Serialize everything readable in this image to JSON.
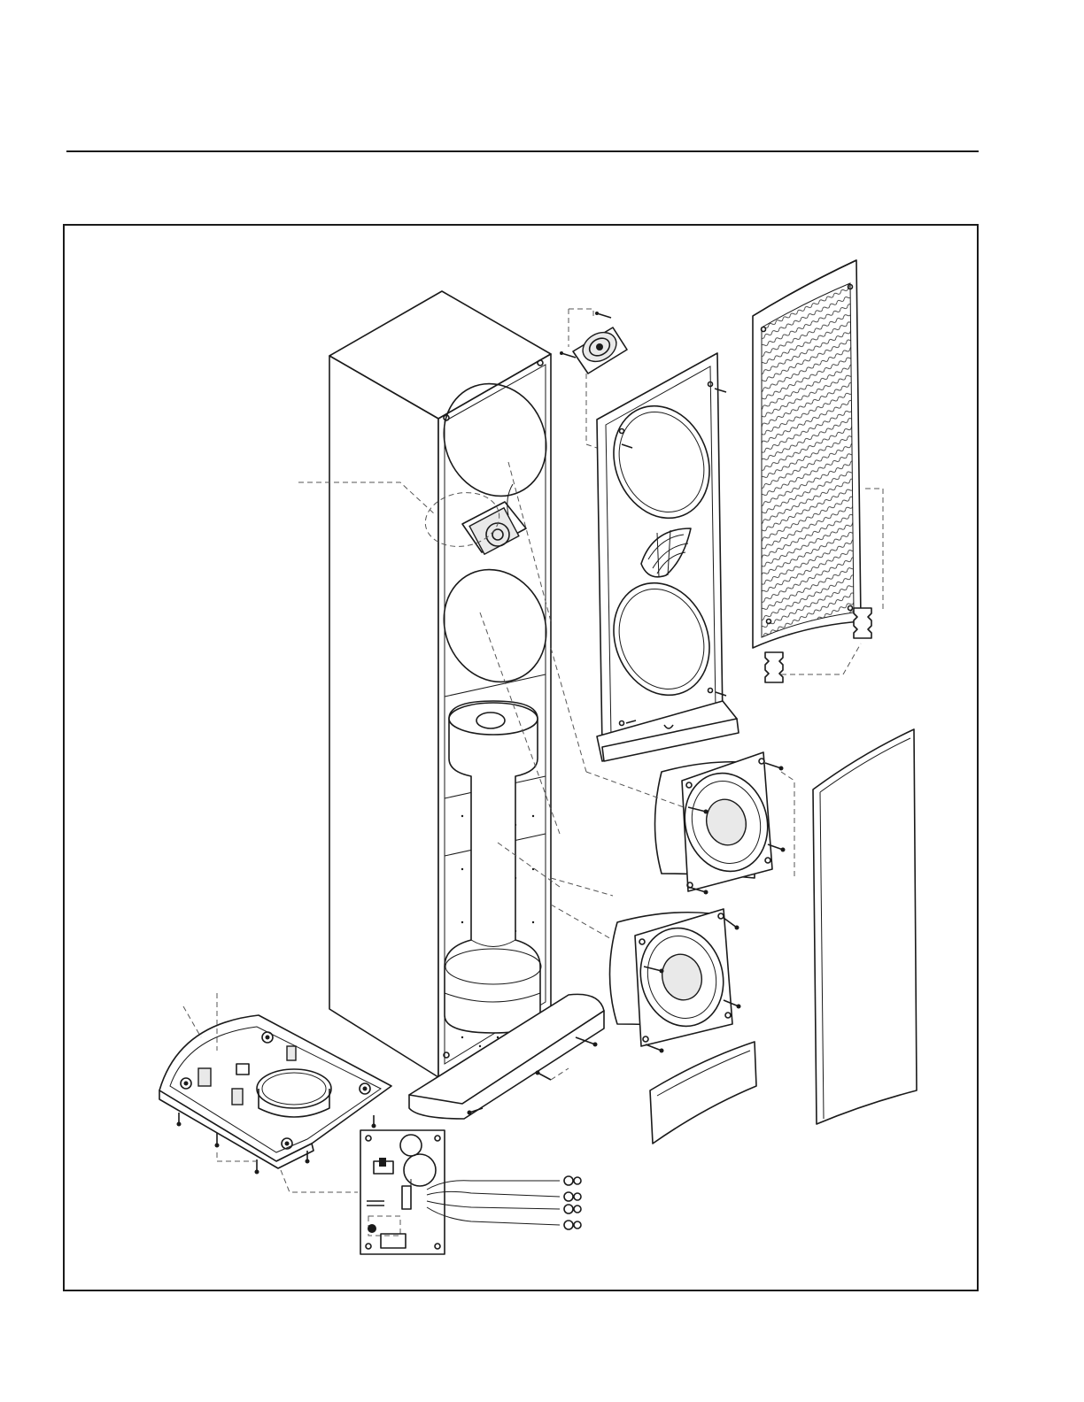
{
  "page": {
    "background": "#ffffff",
    "line_color": "#1a1a1a",
    "dashed_leader_color": "#555555"
  },
  "diagram": {
    "parts": [
      {
        "name": "cabinet",
        "icon": "speaker-cabinet-icon"
      },
      {
        "name": "tweeter",
        "icon": "tweeter-icon"
      },
      {
        "name": "baffle",
        "icon": "front-baffle-icon"
      },
      {
        "name": "grille",
        "icon": "perforated-grille-icon"
      },
      {
        "name": "side-panel",
        "icon": "side-panel-icon"
      },
      {
        "name": "woofer-upper",
        "icon": "woofer-icon"
      },
      {
        "name": "woofer-lower",
        "icon": "woofer-icon"
      },
      {
        "name": "base-plinth",
        "icon": "plinth-icon"
      },
      {
        "name": "base-bottom-plate",
        "icon": "base-plate-icon"
      },
      {
        "name": "crossover-board",
        "icon": "circuit-board-icon"
      },
      {
        "name": "trim-piece",
        "icon": "trim-icon"
      },
      {
        "name": "grille-clips",
        "icon": "clip-icon"
      },
      {
        "name": "foam-tube",
        "icon": "foam-tube-icon"
      }
    ]
  }
}
